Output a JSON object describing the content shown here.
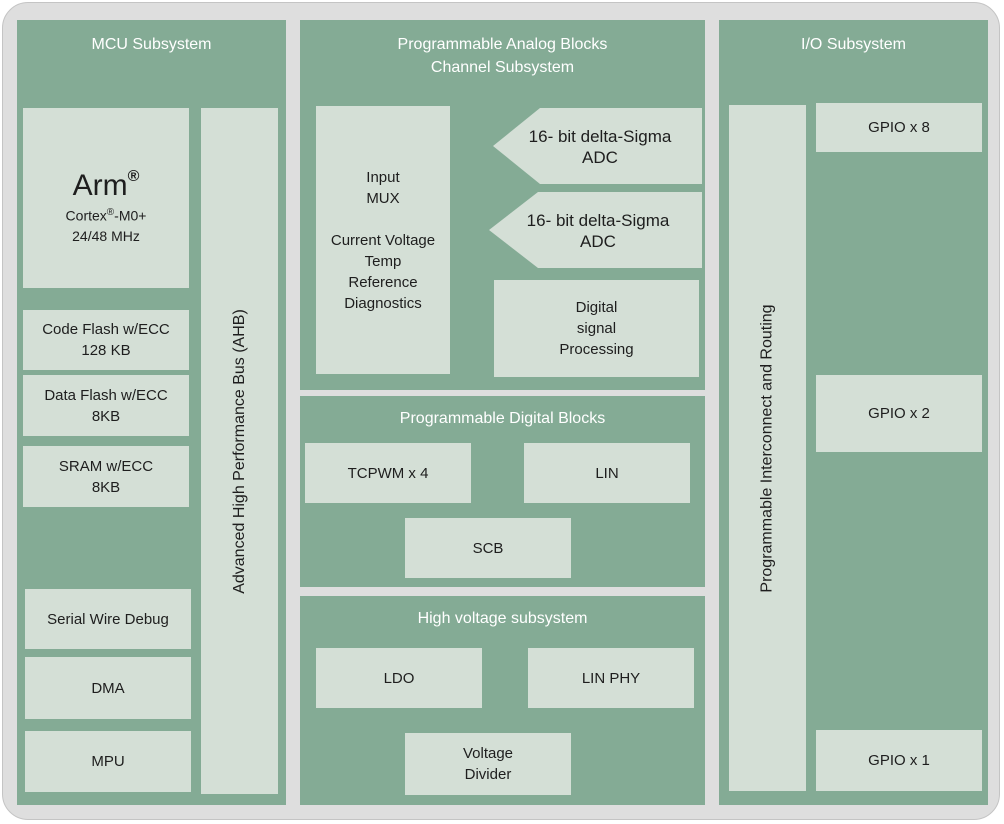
{
  "colors": {
    "panel": "#84ab95",
    "block": "#d4dfd6",
    "frame": "#dedede"
  },
  "mcu": {
    "title": "MCU Subsystem",
    "arm": {
      "brand": "Arm",
      "reg": "®",
      "core": "Cortex",
      "core_reg": "®",
      "core_model": "-M0+",
      "clock": "24/48 MHz"
    },
    "bus": "Advanced High Performance Bus (AHB)",
    "blocks": [
      "Code Flash w/ECC\n128 KB",
      "Data Flash w/ECC\n8KB",
      "SRAM w/ECC\n8KB",
      "Serial Wire Debug",
      "DMA",
      "MPU"
    ]
  },
  "analog": {
    "title": "Programmable Analog Blocks\nChannel Subsystem",
    "input_block": "Input\nMUX\n\nCurrent Voltage\nTemp\nReference\nDiagnostics",
    "adc1": "16- bit delta-Sigma\nADC",
    "adc2": "16- bit delta-Sigma\nADC",
    "dsp": "Digital\nsignal\nProcessing"
  },
  "digital": {
    "title": "Programmable Digital Blocks",
    "blocks": [
      "TCPWM x 4",
      "LIN",
      "SCB"
    ]
  },
  "hv": {
    "title": "High voltage subsystem",
    "blocks": [
      "LDO",
      "LIN PHY",
      "Voltage\nDivider"
    ]
  },
  "io": {
    "title": "I/O Subsystem",
    "routing": "Programmable Interconnect and Routing",
    "gpio": [
      "GPIO x 8",
      "GPIO x 2",
      "GPIO x 1"
    ]
  }
}
